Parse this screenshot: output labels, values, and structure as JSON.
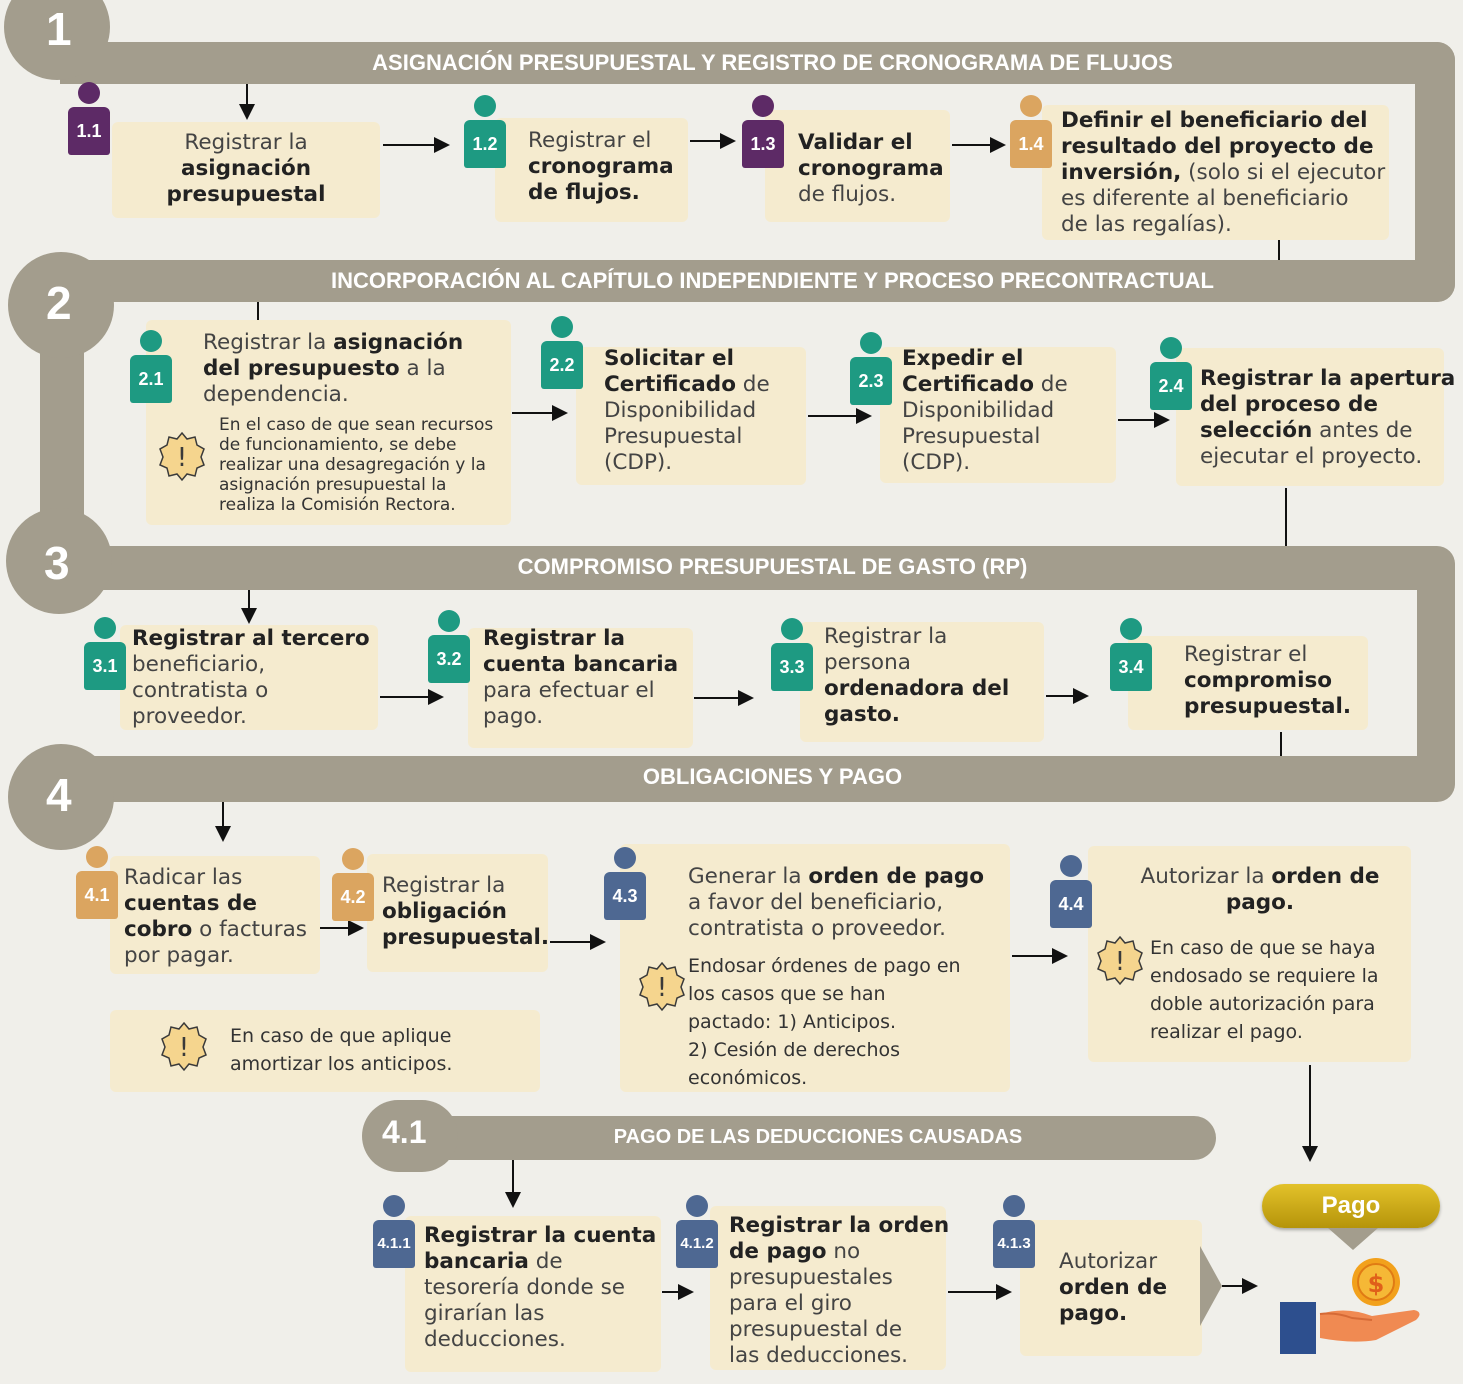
{
  "sections": [
    {
      "number": "1",
      "title": "ASIGNACIÓN PRESUPUESTAL Y REGISTRO DE CRONOGRAMA DE FLUJOS"
    },
    {
      "number": "2",
      "title": "INCORPORACIÓN AL CAPÍTULO INDEPENDIENTE Y PROCESO PRECONTRACTUAL"
    },
    {
      "number": "3",
      "title": "COMPROMISO PRESUPUESTAL DE GASTO (RP)"
    },
    {
      "number": "4",
      "title": "OBLIGACIONES Y PAGO"
    },
    {
      "number": "4.1",
      "title": "PAGO DE LAS DEDUCCIONES CAUSADAS"
    }
  ],
  "steps": {
    "s1_1": {
      "id": "1.1",
      "t1": "Registrar la",
      "t2": "asignación",
      "t3": "presupuestal"
    },
    "s1_2": {
      "id": "1.2",
      "t1": "Registrar el",
      "t2": "cronograma",
      "t3": "de flujos."
    },
    "s1_3": {
      "id": "1.3",
      "t1": "Validar el",
      "t2": "cronograma",
      "t3": "de flujos."
    },
    "s1_4": {
      "id": "1.4",
      "t1": "Definir el beneficiario del",
      "t2": "resultado del proyecto de",
      "t3a": "inversión,",
      "t3b": " (solo si el ejecutor",
      "t4": "es diferente al beneficiario",
      "t5": "de las regalías)."
    },
    "s2_1": {
      "id": "2.1",
      "t1a": "Registrar la ",
      "t1b": "asignación",
      "t2a": "del presupuesto",
      "t2b": " a la",
      "t3": "dependencia.",
      "note": [
        "En el caso de que sean recursos",
        "de funcionamiento, se debe",
        "realizar una desagregación y la",
        "asignación presupuestal la",
        "realiza la Comisión Rectora."
      ]
    },
    "s2_2": {
      "id": "2.2",
      "t1": "Solicitar el",
      "t2a": "Certificado",
      "t2b": " de",
      "t3": "Disponibilidad",
      "t4": "Presupuestal",
      "t5": "(CDP)."
    },
    "s2_3": {
      "id": "2.3",
      "t1": "Expedir el",
      "t2a": "Certificado",
      "t2b": " de",
      "t3": "Disponibilidad",
      "t4": "Presupuestal",
      "t5": "(CDP)."
    },
    "s2_4": {
      "id": "2.4",
      "t1": "Registrar la apertura",
      "t2": "del proceso de",
      "t3a": "selección",
      "t3b": " antes de",
      "t4": "ejecutar el proyecto."
    },
    "s3_1": {
      "id": "3.1",
      "t1": "Registrar al tercero",
      "t2": "beneficiario,",
      "t3": "contratista o",
      "t4": "proveedor."
    },
    "s3_2": {
      "id": "3.2",
      "t1": "Registrar la",
      "t2": "cuenta bancaria",
      "t3": "para efectuar el",
      "t4": "pago."
    },
    "s3_3": {
      "id": "3.3",
      "t1": "Registrar la",
      "t2": "persona",
      "t3": "ordenadora del",
      "t4": "gasto."
    },
    "s3_4": {
      "id": "3.4",
      "t1": "Registrar el",
      "t2": "compromiso",
      "t3": "presupuestal."
    },
    "s4_1": {
      "id": "4.1",
      "t1": "Radicar las",
      "t2": "cuentas de",
      "t3a": "cobro",
      "t3b": " o facturas",
      "t4": "por pagar."
    },
    "s4_2": {
      "id": "4.2",
      "t1": "Registrar la",
      "t2": "obligación",
      "t3": "presupuestal."
    },
    "s4_3": {
      "id": "4.3",
      "t1a": "Generar la ",
      "t1b": "orden de pago",
      "t2": "a favor del beneficiario,",
      "t3": "contratista o proveedor.",
      "note": [
        "Endosar órdenes de pago en",
        "los casos que se han",
        "pactado: 1) Anticipos.",
        "2) Cesión de derechos",
        "económicos."
      ]
    },
    "s4_4": {
      "id": "4.4",
      "t1a": "Autorizar la ",
      "t1b": "orden de",
      "t2": "pago.",
      "note": [
        "En caso de que se haya",
        "endosado se requiere la",
        "doble autorización para",
        "realizar el pago."
      ]
    },
    "s4_1_note": {
      "note": [
        "En caso de que aplique",
        "amortizar los anticipos."
      ]
    },
    "s4_1_1": {
      "id": "4.1.1",
      "t1": "Registrar la cuenta",
      "t2a": "bancaria",
      "t2b": " de",
      "t3": "tesorería donde se",
      "t4": "girarían las",
      "t5": "deducciones."
    },
    "s4_1_2": {
      "id": "4.1.2",
      "t1": "Registrar la orden",
      "t2a": "de pago",
      "t2b": " no",
      "t3": "presupuestales",
      "t4": "para el giro",
      "t5": "presupuestal de",
      "t6": "las deducciones."
    },
    "s4_1_3": {
      "id": "4.1.3",
      "t1": "Autorizar",
      "t2": "orden de",
      "t3": "pago."
    }
  },
  "pago_label": "Pago",
  "colors": {
    "band": "#a39d8d",
    "box": "#f5ebcf",
    "purple": "#5d2a66",
    "teal": "#1e9a82",
    "orange": "#dba560",
    "blue": "#4e6892"
  }
}
